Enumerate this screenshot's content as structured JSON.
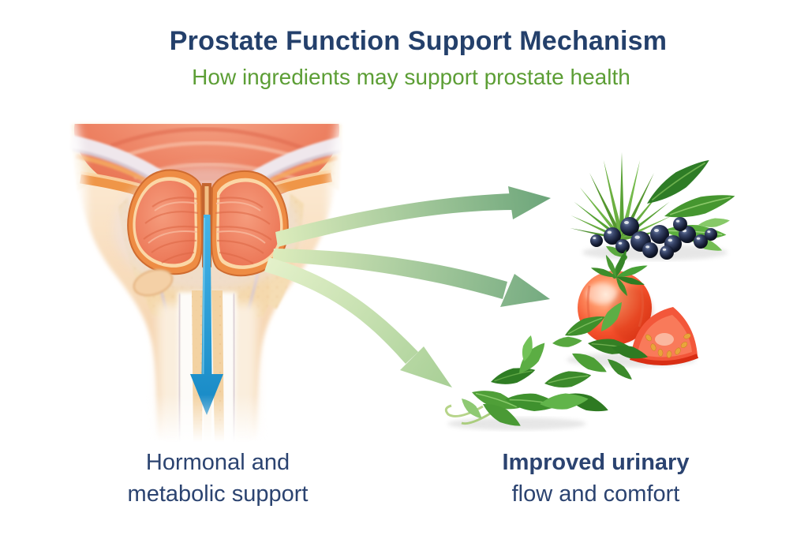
{
  "title": "Prostate Function Support Mechanism",
  "subtitle": "How ingredients may support prostate health",
  "captions": {
    "left": {
      "line1": "Hormonal and",
      "line2": "metabolic support"
    },
    "right": {
      "line1": "Improved urinary",
      "line2": "flow and comfort"
    }
  },
  "diagram": {
    "anatomy": {
      "name": "prostate-cross-section-illustration",
      "parts": [
        "bladder",
        "prostate-left-lobe",
        "prostate-right-lobe",
        "urethra",
        "pelvic-tissue"
      ]
    },
    "flow_arrow": {
      "name": "urine-flow-arrow",
      "direction": "down"
    },
    "ingredients": [
      {
        "id": "saw-palmetto-and-berries",
        "description": "saw palmetto fan leaf with mint leaves and dark berries"
      },
      {
        "id": "tomato-lycopene",
        "description": "whole tomato with wedge slice and mint leaves"
      },
      {
        "id": "green-herb-leaves",
        "description": "sprig of green herb leaves"
      }
    ],
    "ingredient_arrows": [
      {
        "from": "prostate",
        "to": "saw-palmetto-and-berries"
      },
      {
        "from": "prostate",
        "to": "tomato-lycopene"
      },
      {
        "from": "prostate",
        "to": "green-herb-leaves"
      }
    ]
  },
  "colors": {
    "title_navy": "#24406b",
    "subtitle_green": "#5c9e35",
    "caption_navy": "#2b4370",
    "arrow_green_light": "#dcecbc",
    "arrow_green_dark": "#6ca57a",
    "flow_arrow_blue": "#2aa3dc",
    "prostate_orange": "#ee8c44",
    "prostate_salmon": "#ee7f5f",
    "tissue_peach": "#f6dcb9",
    "tomato_red": "#e8381f",
    "berry_dark": "#10182b",
    "leaf_green": "#3f912e"
  }
}
